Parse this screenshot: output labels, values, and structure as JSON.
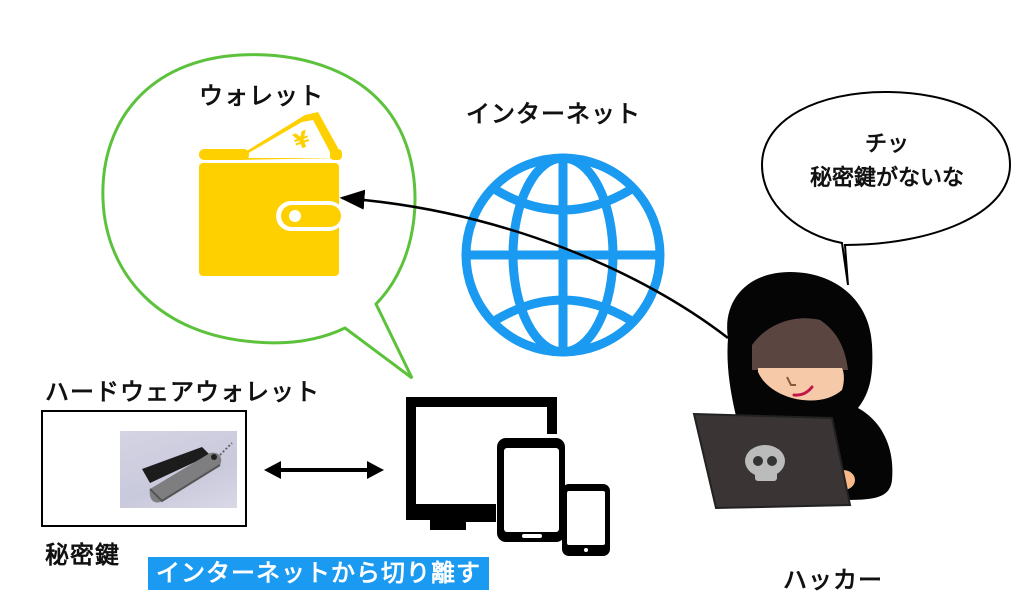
{
  "diagram": {
    "title_wallet": "ウォレット",
    "title_internet": "インターネット",
    "title_hardware_wallet": "ハードウェアウォレット",
    "label_private_key": "秘密鍵",
    "banner_disconnect": "インターネットから切り離す",
    "label_hacker": "ハッカー",
    "hacker_speech": {
      "line1": "チッ",
      "line2": "秘密鍵がないな"
    },
    "wallet_currency_symbol": "¥"
  },
  "colors": {
    "wallet_yellow": "#ffd000",
    "globe_blue": "#1a9af0",
    "bubble_green": "#5cc23c",
    "key_red": "#f23a3a",
    "banner_blue": "#1a9af0"
  },
  "icons": {
    "wallet": "wallet-icon",
    "globe": "globe-icon",
    "key": "key-icon",
    "devices": "devices-icon",
    "hacker": "hacker-illustration",
    "skull": "skull-icon",
    "double_arrow": "double-arrow-icon"
  }
}
